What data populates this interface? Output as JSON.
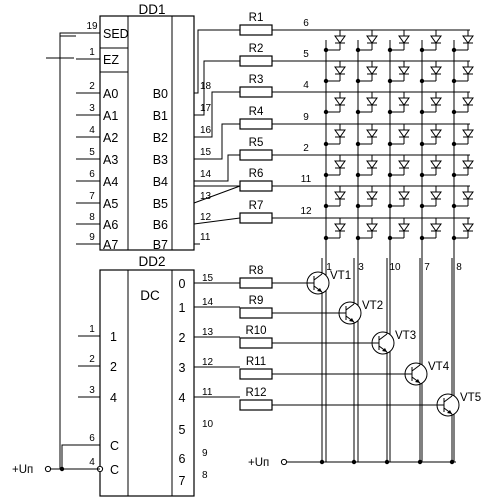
{
  "dd1": {
    "title": "DD1",
    "left_pins": [
      {
        "num": "19",
        "label": "SED"
      },
      {
        "num": "1",
        "label": "EZ"
      },
      {
        "num": "2",
        "label": "A0"
      },
      {
        "num": "3",
        "label": "A1"
      },
      {
        "num": "4",
        "label": "A2"
      },
      {
        "num": "5",
        "label": "A3"
      },
      {
        "num": "6",
        "label": "A4"
      },
      {
        "num": "7",
        "label": "A5"
      },
      {
        "num": "8",
        "label": "A6"
      },
      {
        "num": "9",
        "label": "A7"
      }
    ],
    "right_pins": [
      {
        "num": "18",
        "label": "B0"
      },
      {
        "num": "17",
        "label": "B1"
      },
      {
        "num": "16",
        "label": "B2"
      },
      {
        "num": "15",
        "label": "B3"
      },
      {
        "num": "14",
        "label": "B4"
      },
      {
        "num": "13",
        "label": "B5"
      },
      {
        "num": "12",
        "label": "B6"
      },
      {
        "num": "11",
        "label": "B7"
      }
    ]
  },
  "dd2": {
    "title": "DD2",
    "function": "DC",
    "left_pins": [
      {
        "num": "1",
        "label": "1"
      },
      {
        "num": "2",
        "label": "2"
      },
      {
        "num": "3",
        "label": "4"
      },
      {
        "num": "6",
        "label": "C"
      },
      {
        "num": "4",
        "label": "C"
      }
    ],
    "right_pins": [
      {
        "num": "15",
        "label": "0"
      },
      {
        "num": "14",
        "label": "1"
      },
      {
        "num": "13",
        "label": "2"
      },
      {
        "num": "12",
        "label": "3"
      },
      {
        "num": "11",
        "label": "4"
      },
      {
        "num": "10",
        "label": "5"
      },
      {
        "num": "9",
        "label": "6"
      },
      {
        "num": "8",
        "label": "7"
      }
    ]
  },
  "row_resistors": [
    "R1",
    "R2",
    "R3",
    "R4",
    "R5",
    "R6",
    "R7"
  ],
  "row_line_numbers": [
    "6",
    "5",
    "4",
    "9",
    "2",
    "11",
    "12"
  ],
  "column_line_numbers": [
    "1",
    "3",
    "10",
    "7",
    "8"
  ],
  "base_resistors": [
    "R8",
    "R9",
    "R10",
    "R11",
    "R12"
  ],
  "transistors": [
    "VT1",
    "VT2",
    "VT3",
    "VT4",
    "VT5"
  ],
  "supply_label": "+Uп"
}
